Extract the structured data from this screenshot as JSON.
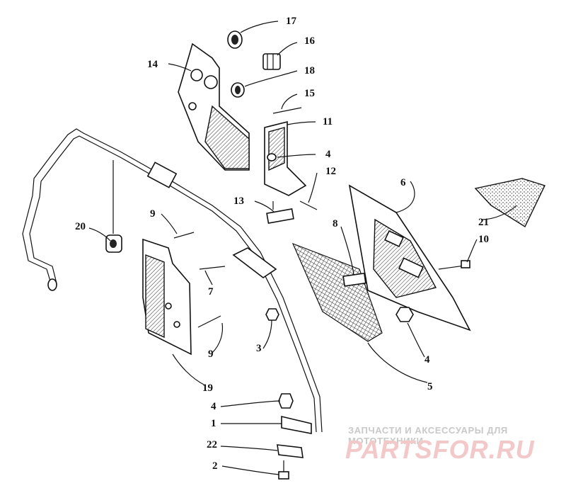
{
  "diagram": {
    "callouts": [
      {
        "id": "c17",
        "text": "17"
      },
      {
        "id": "c16",
        "text": "16"
      },
      {
        "id": "c14",
        "text": "14"
      },
      {
        "id": "c18",
        "text": "18"
      },
      {
        "id": "c15",
        "text": "15"
      },
      {
        "id": "c11",
        "text": "11"
      },
      {
        "id": "c4a",
        "text": "4"
      },
      {
        "id": "c12",
        "text": "12"
      },
      {
        "id": "c13",
        "text": "13"
      },
      {
        "id": "c6",
        "text": "6"
      },
      {
        "id": "c21",
        "text": "21"
      },
      {
        "id": "c10",
        "text": "10"
      },
      {
        "id": "c8",
        "text": "8"
      },
      {
        "id": "c9a",
        "text": "9"
      },
      {
        "id": "c20",
        "text": "20"
      },
      {
        "id": "c7",
        "text": "7"
      },
      {
        "id": "c3",
        "text": "3"
      },
      {
        "id": "c4b",
        "text": "4"
      },
      {
        "id": "c5",
        "text": "5"
      },
      {
        "id": "c9b",
        "text": "9"
      },
      {
        "id": "c19",
        "text": "19"
      },
      {
        "id": "c4c",
        "text": "4"
      },
      {
        "id": "c1",
        "text": "1"
      },
      {
        "id": "c22",
        "text": "22"
      },
      {
        "id": "c2",
        "text": "2"
      }
    ]
  },
  "watermark": {
    "caption": "ЗАПЧАСТИ И АКСЕССУАРЫ ДЛЯ МОТОТЕХНИКИ",
    "logo": "PARTSFOR.RU"
  }
}
